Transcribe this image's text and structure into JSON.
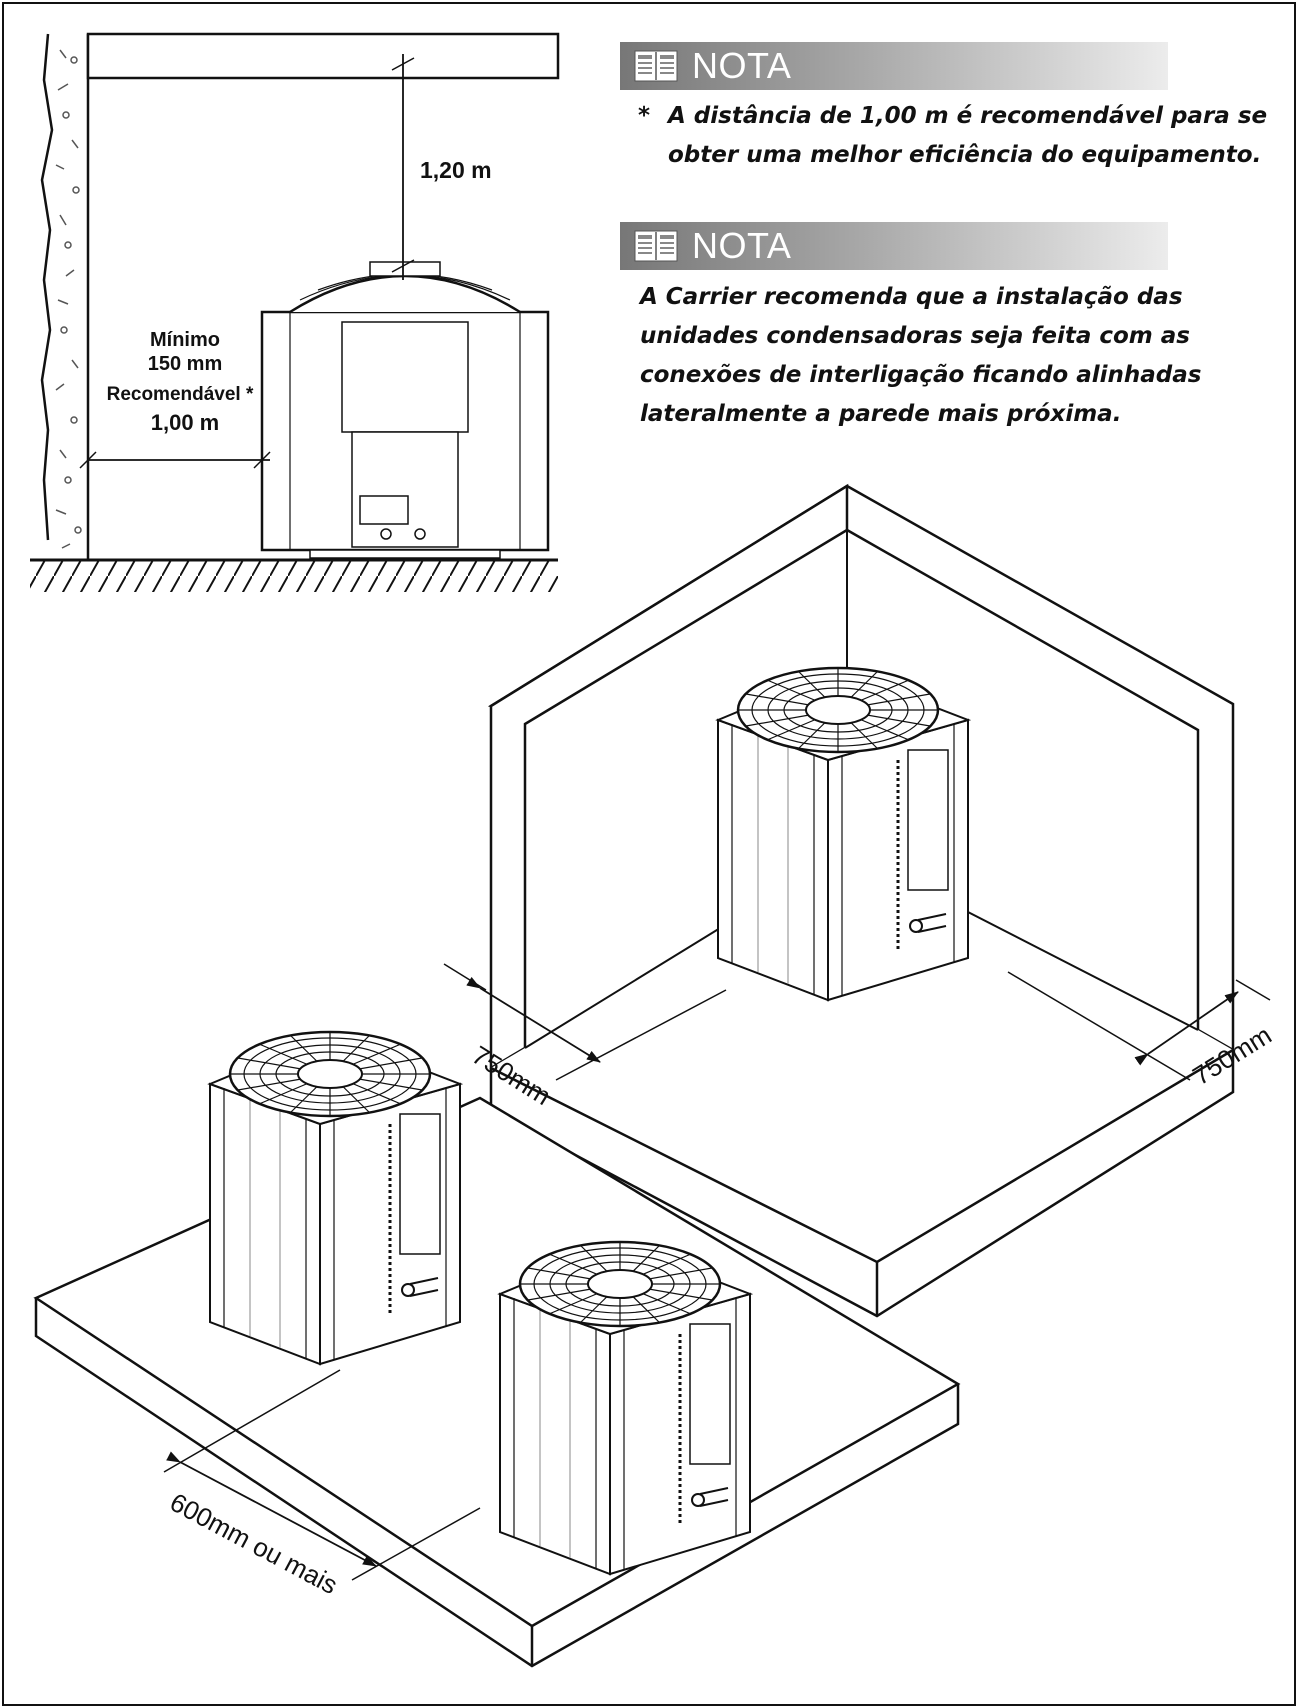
{
  "notes": [
    {
      "title": "NOTA",
      "asterisk": "*",
      "lines": [
        "A distância de 1,00 m é recomendável para se",
        "obter uma melhor eficiência do equipamento."
      ]
    },
    {
      "title": "NOTA",
      "lines": [
        "A Carrier recomenda que a instalação das",
        "unidades condensadoras seja feita com as",
        "conexões de interligação ficando alinhadas",
        "lateralmente a parede mais próxima."
      ]
    }
  ],
  "side_view": {
    "top_clearance": "1,20 m",
    "side_min_label": "Mínimo",
    "side_min_value": "150 mm",
    "side_rec_label": "Recomendável *",
    "side_rec_value": "1,00 m"
  },
  "corner_view": {
    "left_clearance": "750mm",
    "right_clearance": "750mm"
  },
  "pair_view": {
    "spacing": "600mm ou mais"
  },
  "icons": {
    "note": "note-book-icon",
    "unit": "condenser-unit-icon"
  },
  "colors": {
    "line": "#111111",
    "note_header_start": "#777777",
    "note_header_end": "#ececec"
  }
}
